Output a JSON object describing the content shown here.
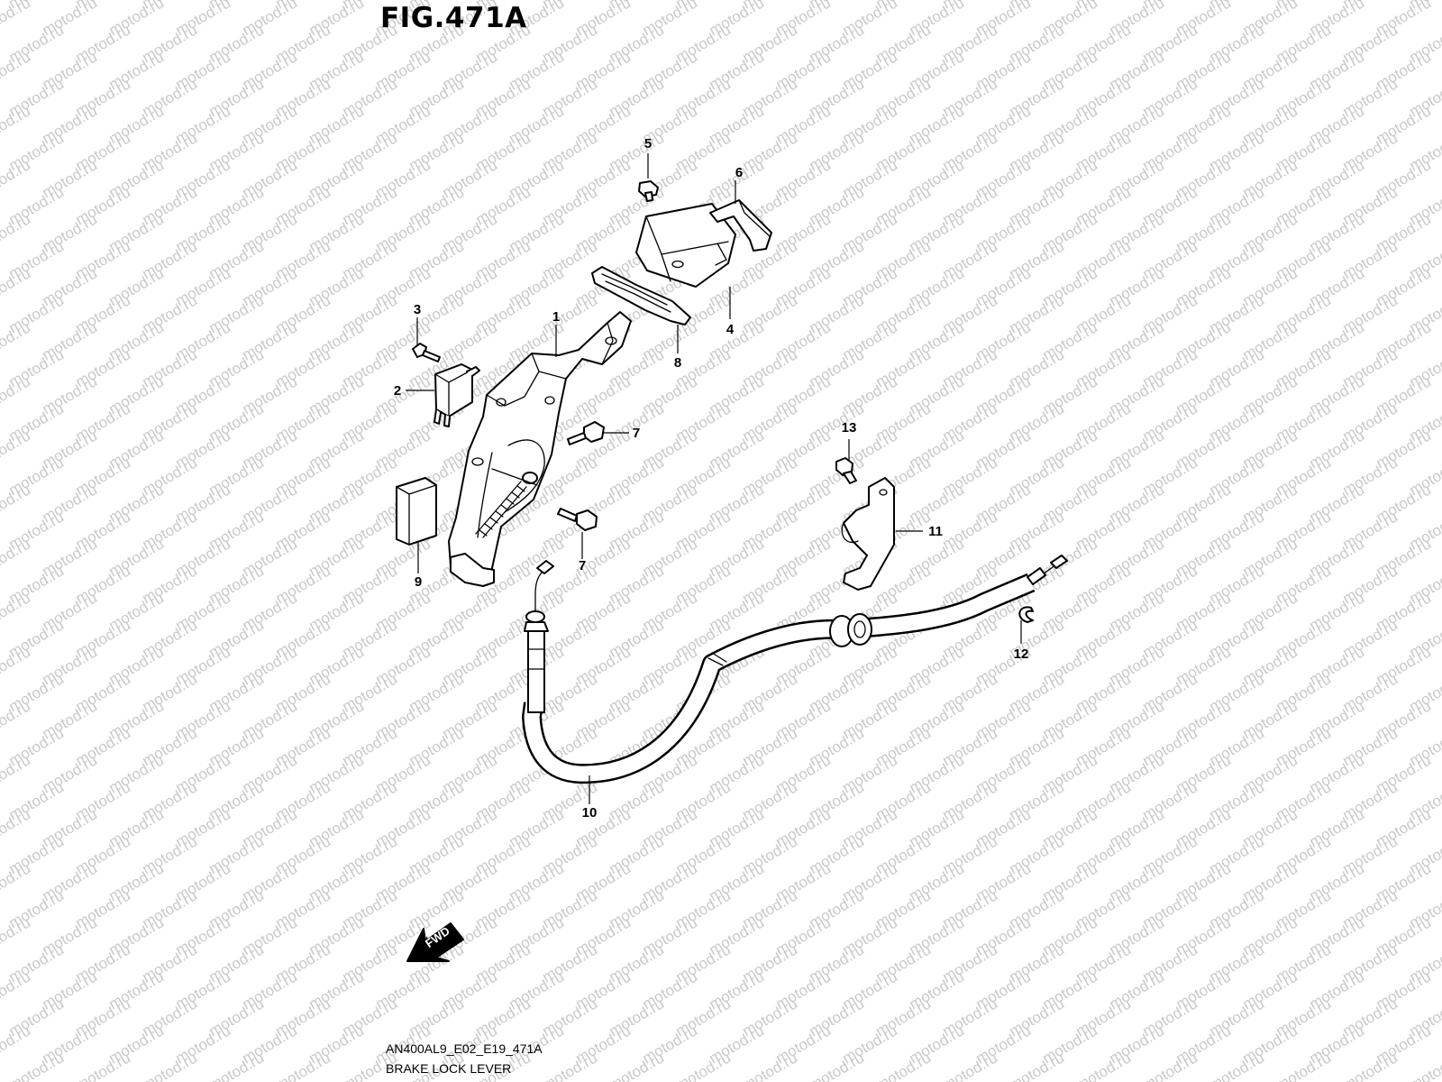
{
  "figure": {
    "title": "FIG.471A",
    "code": "AN400AL9_E02_E19_471A",
    "name": "BRAKE LOCK LEVER"
  },
  "watermark": {
    "text": "motod.ru",
    "color": "#c9c9c9"
  },
  "direction_indicator": {
    "label": "FWD",
    "icon": "arrow-forward-left-icon"
  },
  "callouts": [
    {
      "id": "callout-1",
      "text": "1"
    },
    {
      "id": "callout-2",
      "text": "2"
    },
    {
      "id": "callout-3",
      "text": "3"
    },
    {
      "id": "callout-4",
      "text": "4"
    },
    {
      "id": "callout-5",
      "text": "5"
    },
    {
      "id": "callout-6",
      "text": "6"
    },
    {
      "id": "callout-7a",
      "text": "7"
    },
    {
      "id": "callout-7b",
      "text": "7"
    },
    {
      "id": "callout-8",
      "text": "8"
    },
    {
      "id": "callout-9",
      "text": "9"
    },
    {
      "id": "callout-10",
      "text": "10"
    },
    {
      "id": "callout-11",
      "text": "11"
    },
    {
      "id": "callout-12",
      "text": "12"
    },
    {
      "id": "callout-13",
      "text": "13"
    }
  ]
}
